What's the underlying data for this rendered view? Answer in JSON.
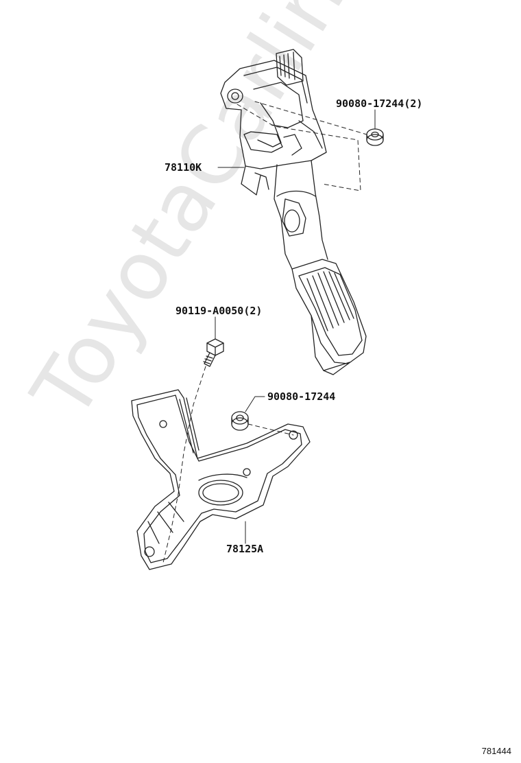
{
  "watermark": "ToyotaCarline.ru",
  "diagram_id": "781444",
  "labels": {
    "nut_upper": "90080-17244(2)",
    "pedal_assembly": "78110K",
    "bolt": "90119-A0050(2)",
    "nut_lower": "90080-17244",
    "bracket": "78125A"
  },
  "colors": {
    "line": "#222222",
    "watermark": "#e6e6e6"
  }
}
